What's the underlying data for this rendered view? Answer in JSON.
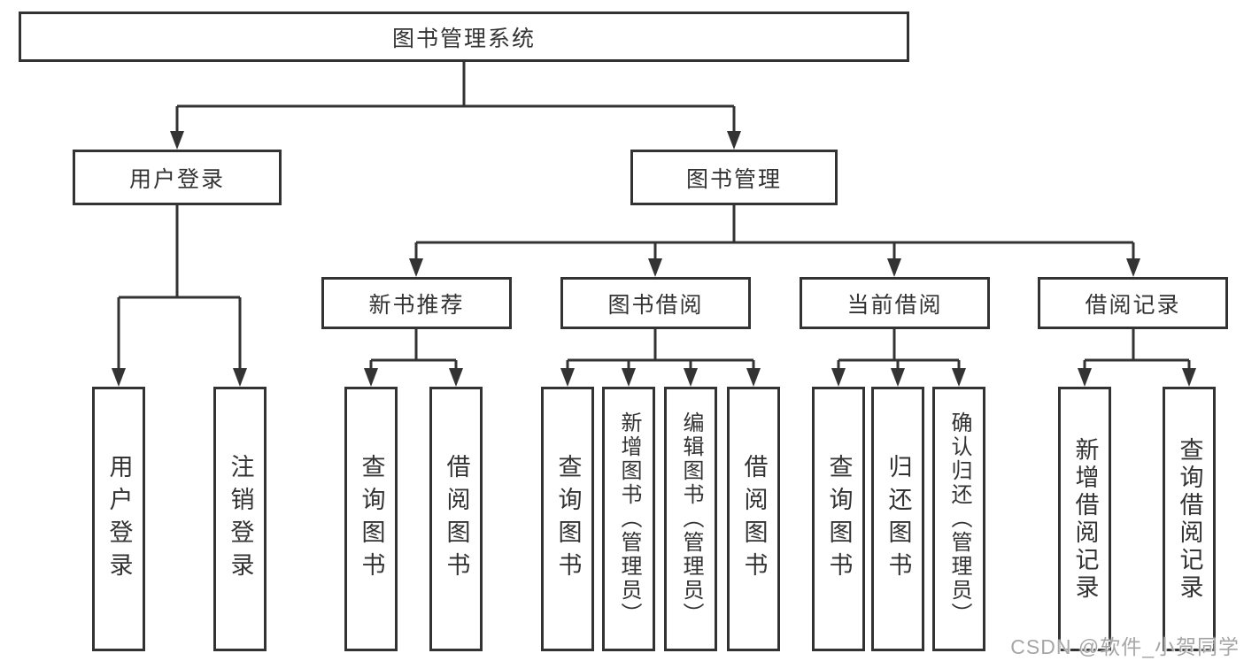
{
  "diagram": {
    "root": {
      "label": "图书管理系统"
    },
    "branches": [
      {
        "label": "用户登录",
        "children": [
          {
            "label": "用户登录"
          },
          {
            "label": "注销登录"
          }
        ]
      },
      {
        "label": "图书管理",
        "children": [
          {
            "label": "新书推荐",
            "children": [
              {
                "label": "查询图书"
              },
              {
                "label": "借阅图书"
              }
            ]
          },
          {
            "label": "图书借阅",
            "children": [
              {
                "label": "查询图书"
              },
              {
                "label": "新增图书（管理员）"
              },
              {
                "label": "编辑图书（管理员）"
              },
              {
                "label": "借阅图书"
              }
            ]
          },
          {
            "label": "当前借阅",
            "children": [
              {
                "label": "查询图书"
              },
              {
                "label": "归还图书"
              },
              {
                "label": "确认归还（管理员）"
              }
            ]
          },
          {
            "label": "借阅记录",
            "children": [
              {
                "label": "新增借阅记录"
              },
              {
                "label": "查询借阅记录"
              }
            ]
          }
        ]
      }
    ]
  },
  "watermark": {
    "text": "CSDN @软件_小贺同学"
  },
  "colors": {
    "line": "#333333",
    "text": "#333333",
    "watermark": "#a6a6a6",
    "background": "#ffffff"
  }
}
